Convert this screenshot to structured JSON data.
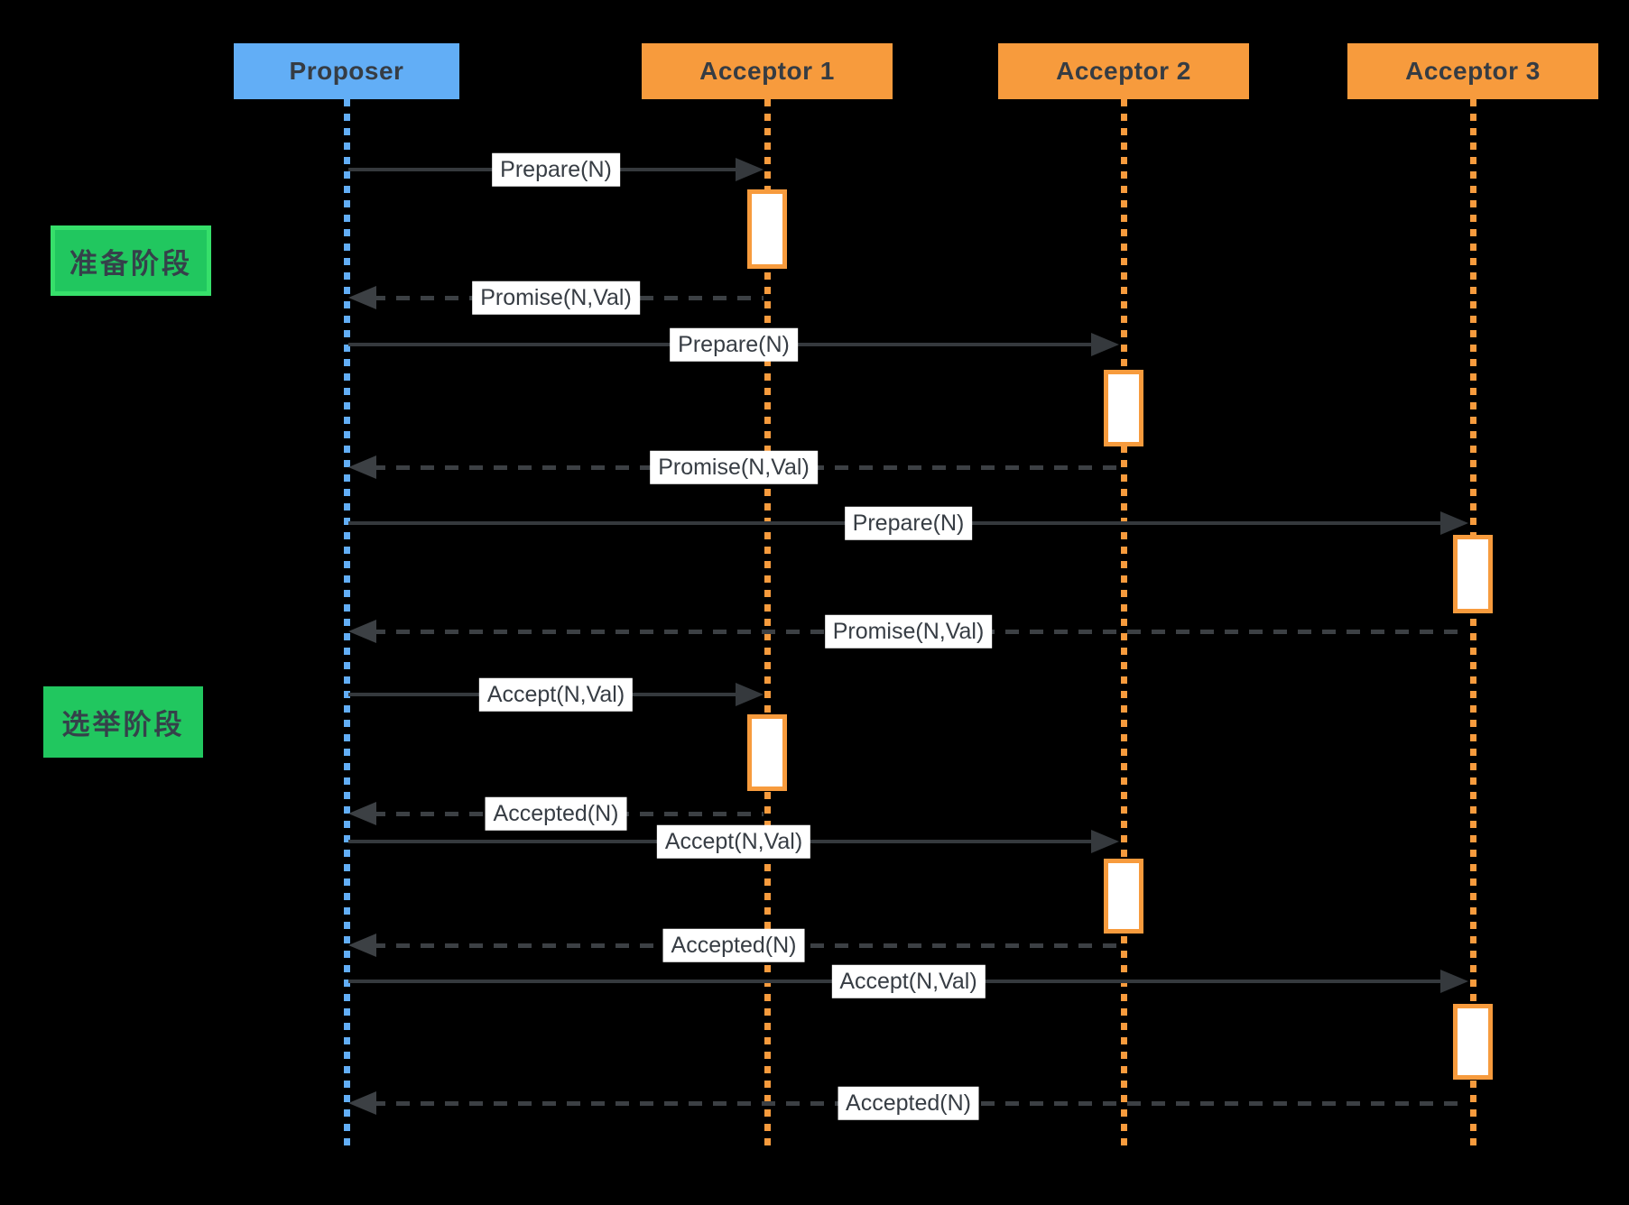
{
  "diagram_title": "",
  "actors": [
    {
      "name": "Proposer",
      "role": "proposer",
      "color": "#62aef6"
    },
    {
      "name": "Acceptor 1",
      "role": "acceptor",
      "color": "#f79b3d"
    },
    {
      "name": "Acceptor 2",
      "role": "acceptor",
      "color": "#f79b3d"
    },
    {
      "name": "Acceptor 3",
      "role": "acceptor",
      "color": "#f79b3d"
    }
  ],
  "phases": [
    {
      "label": "准备阶段",
      "color": "#21c75f",
      "border_color": "#36df6a"
    },
    {
      "label": "选举阶段",
      "color": "#21c75f",
      "border_color": "#21c75f"
    }
  ],
  "messages": [
    {
      "label": "Prepare(N)",
      "from": "Proposer",
      "to": "Acceptor 1",
      "style": "solid"
    },
    {
      "label": "Promise(N,Val)",
      "from": "Acceptor 1",
      "to": "Proposer",
      "style": "dashed"
    },
    {
      "label": "Prepare(N)",
      "from": "Proposer",
      "to": "Acceptor 2",
      "style": "solid"
    },
    {
      "label": "Promise(N,Val)",
      "from": "Acceptor 2",
      "to": "Proposer",
      "style": "dashed"
    },
    {
      "label": "Prepare(N)",
      "from": "Proposer",
      "to": "Acceptor 3",
      "style": "solid"
    },
    {
      "label": "Promise(N,Val)",
      "from": "Acceptor 3",
      "to": "Proposer",
      "style": "dashed"
    },
    {
      "label": "Accept(N,Val)",
      "from": "Proposer",
      "to": "Acceptor 1",
      "style": "solid"
    },
    {
      "label": "Accepted(N)",
      "from": "Acceptor 1",
      "to": "Proposer",
      "style": "dashed"
    },
    {
      "label": "Accept(N,Val)",
      "from": "Proposer",
      "to": "Acceptor 2",
      "style": "solid"
    },
    {
      "label": "Accepted(N)",
      "from": "Acceptor 2",
      "to": "Proposer",
      "style": "dashed"
    },
    {
      "label": "Accept(N,Val)",
      "from": "Proposer",
      "to": "Acceptor 3",
      "style": "solid"
    },
    {
      "label": "Accepted(N)",
      "from": "Acceptor 3",
      "to": "Proposer",
      "style": "dashed"
    }
  ],
  "colors": {
    "background": "#000000",
    "proposer_blue": "#62aef6",
    "acceptor_orange": "#f79b3d",
    "line_gray": "#35393d",
    "label_bg": "#ffffff",
    "label_text": "#373d44",
    "phase_green": "#21c75f",
    "phase_green_border": "#36df6a"
  }
}
